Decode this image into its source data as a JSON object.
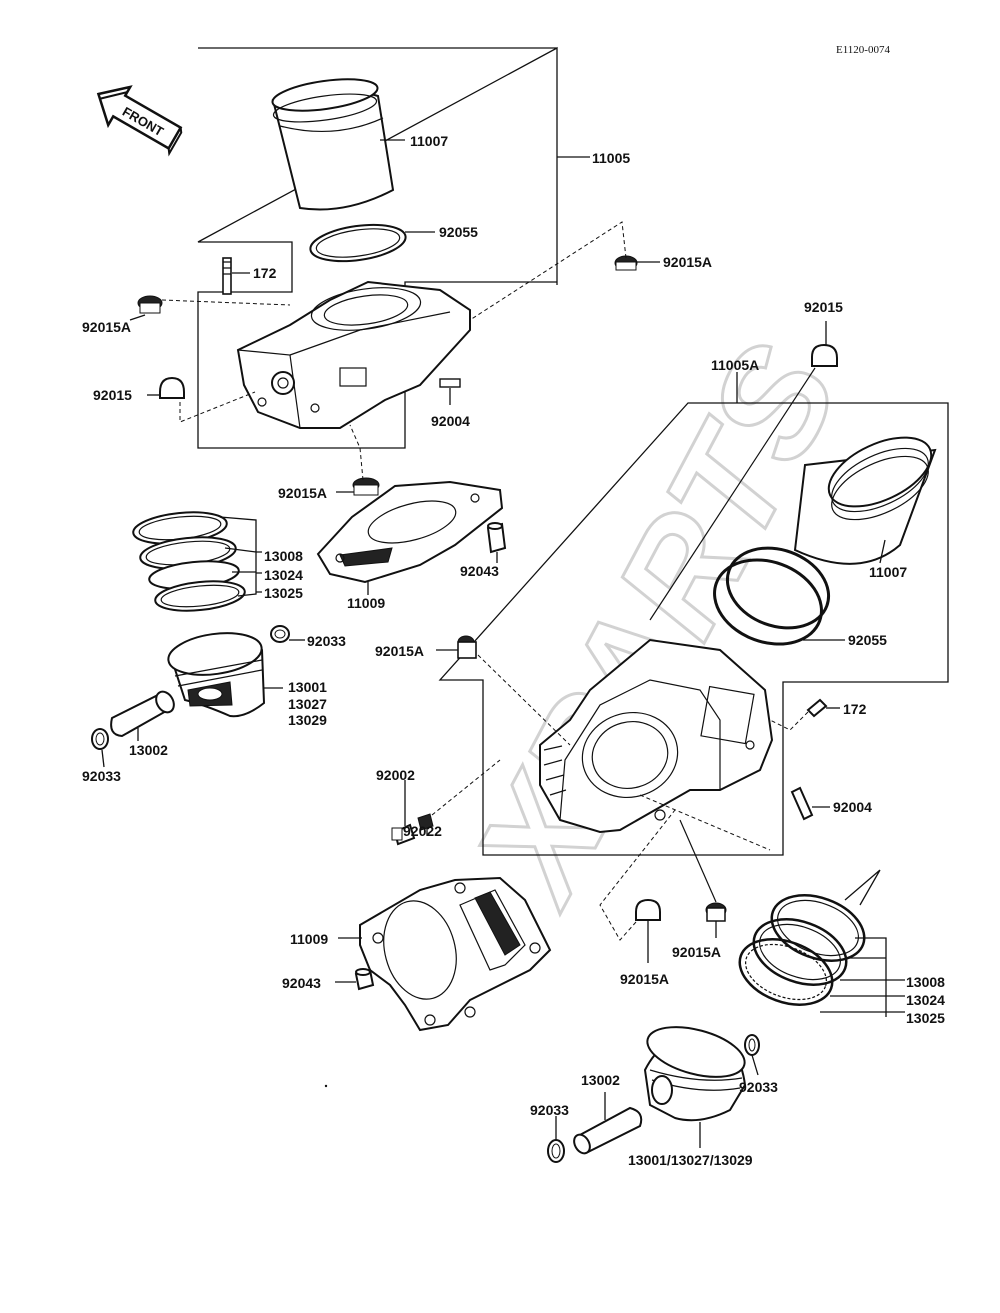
{
  "diagram": {
    "code": "E1120-0074",
    "watermark": "XPARTS",
    "front_arrow_label": "FRONT",
    "labels": {
      "l_11007_top": "11007",
      "l_11005": "11005",
      "l_92055_top": "92055",
      "l_92015a_top_right": "92015A",
      "l_172_top": "172",
      "l_92015a_left": "92015A",
      "l_92015_left": "92015",
      "l_92004_top": "92004",
      "l_92015_right": "92015",
      "l_11005a": "11005A",
      "l_92015a_mid": "92015A",
      "l_13008_left": "13008",
      "l_13024_left": "13024",
      "l_13025_left": "13025",
      "l_11009_top": "11009",
      "l_92043_top": "92043",
      "l_11007_right": "11007",
      "l_92033_left_upper": "92033",
      "l_92015a_center": "92015A",
      "l_92055_right": "92055",
      "l_13001_left": "13001",
      "l_13027_left": "13027",
      "l_13029_left": "13029",
      "l_13002_left": "13002",
      "l_92033_left_lower": "92033",
      "l_172_right": "172",
      "l_92002": "92002",
      "l_92022": "92022",
      "l_92004_right": "92004",
      "l_11009_bottom": "11009",
      "l_92043_bottom": "92043",
      "l_92015a_bottom_a": "92015A",
      "l_92015a_bottom_b": "92015A",
      "l_13008_right": "13008",
      "l_13024_right": "13024",
      "l_13025_right": "13025",
      "l_13002_bottom": "13002",
      "l_92033_bottom_right": "92033",
      "l_92033_bottom_left": "92033",
      "l_13001_combined": "13001/13027/13029"
    }
  }
}
